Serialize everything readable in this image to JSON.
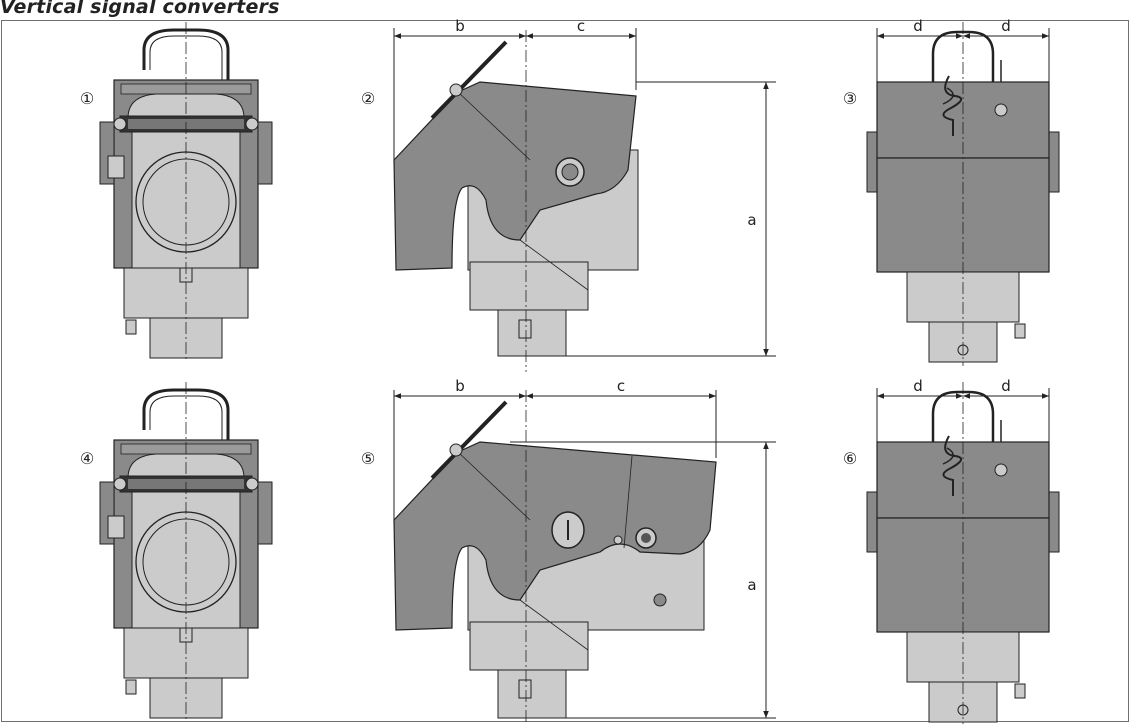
{
  "page": {
    "title": "Vertical signal converters"
  },
  "dimension_labels": {
    "a": "a",
    "b": "b",
    "c": "c",
    "d": "d"
  },
  "view_numbers": [
    "①",
    "②",
    "③",
    "④",
    "⑤",
    "⑥"
  ],
  "colors": {
    "frame": "#6f6f6f",
    "dark_gray": "#8a8a8a",
    "light_gray": "#cbcbcb",
    "outline": "#222222"
  }
}
